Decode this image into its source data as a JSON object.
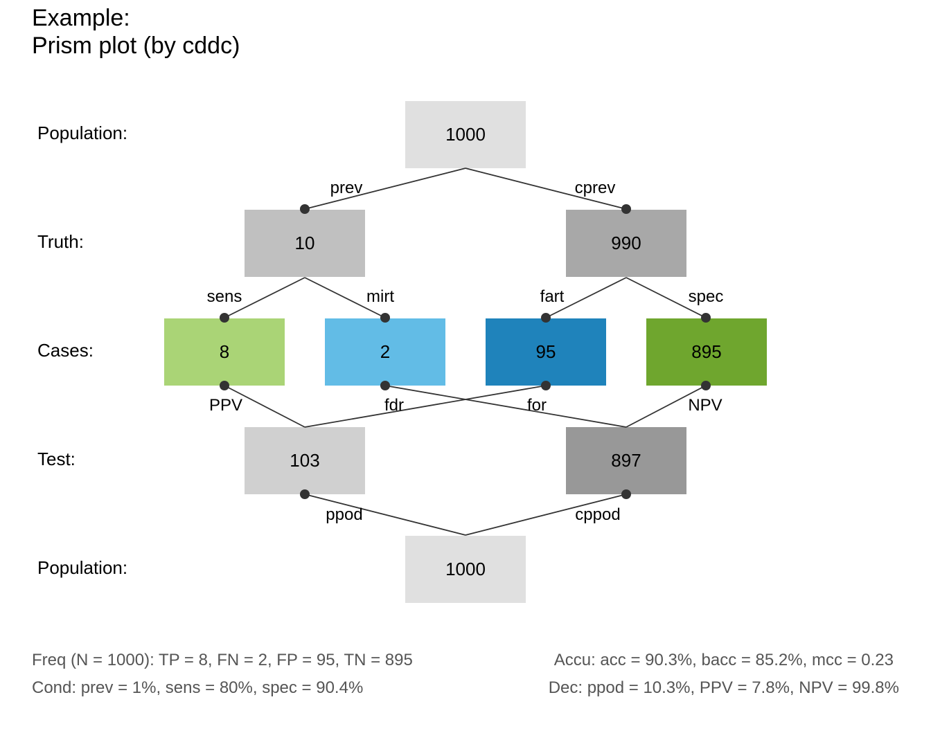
{
  "title": {
    "line1": "Example:",
    "line2": "Prism plot (by cddc)"
  },
  "row_labels": {
    "population_top": "Population:",
    "truth": "Truth:",
    "cases": "Cases:",
    "test": "Test:",
    "population_bottom": "Population:"
  },
  "boxes": {
    "pop_top": {
      "value": "1000",
      "color": "#e0e0e0"
    },
    "cond_true": {
      "value": "10",
      "color": "#c0c0c0"
    },
    "cond_false": {
      "value": "990",
      "color": "#a8a8a8"
    },
    "hi": {
      "value": "8",
      "color": "#aad476"
    },
    "mi": {
      "value": "2",
      "color": "#62bce6"
    },
    "fa": {
      "value": "95",
      "color": "#1f83bb"
    },
    "cr": {
      "value": "895",
      "color": "#6fa62e"
    },
    "dec_pos": {
      "value": "103",
      "color": "#d0d0d0"
    },
    "dec_neg": {
      "value": "897",
      "color": "#989898"
    },
    "pop_bottom": {
      "value": "1000",
      "color": "#e0e0e0"
    }
  },
  "edge_labels": {
    "prev": "prev",
    "cprev": "cprev",
    "sens": "sens",
    "mirt": "mirt",
    "fart": "fart",
    "spec": "spec",
    "PPV": "PPV",
    "fdr": "fdr",
    "for": "for",
    "NPV": "NPV",
    "ppod": "ppod",
    "cppod": "cppod"
  },
  "footer": {
    "freq": "Freq (N = 1000):  TP = 8, FN = 2, FP = 95, TN = 895",
    "accu": "Accu:  acc = 90.3%, bacc = 85.2%, mcc = 0.23",
    "cond": "Cond:  prev = 1%, sens = 80%, spec = 90.4%",
    "dec": "Dec:  ppod = 10.3%, PPV = 7.8%, NPV = 99.8%"
  }
}
